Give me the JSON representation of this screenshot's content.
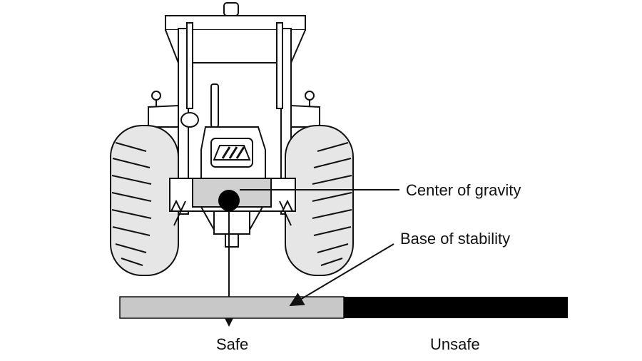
{
  "labels": {
    "center_of_gravity": "Center of gravity",
    "base_of_stability": "Base of stability",
    "safe": "Safe",
    "unsafe": "Unsafe"
  },
  "colors": {
    "safe_zone": "#c8c8c8",
    "unsafe_zone": "#000000",
    "line": "#111111",
    "tractor_fill": "#ffffff",
    "tire": "#e6e6e6"
  },
  "icons": {
    "tractor": "tractor-rear-view-icon",
    "center_of_gravity_dot": "cog-dot-icon"
  }
}
